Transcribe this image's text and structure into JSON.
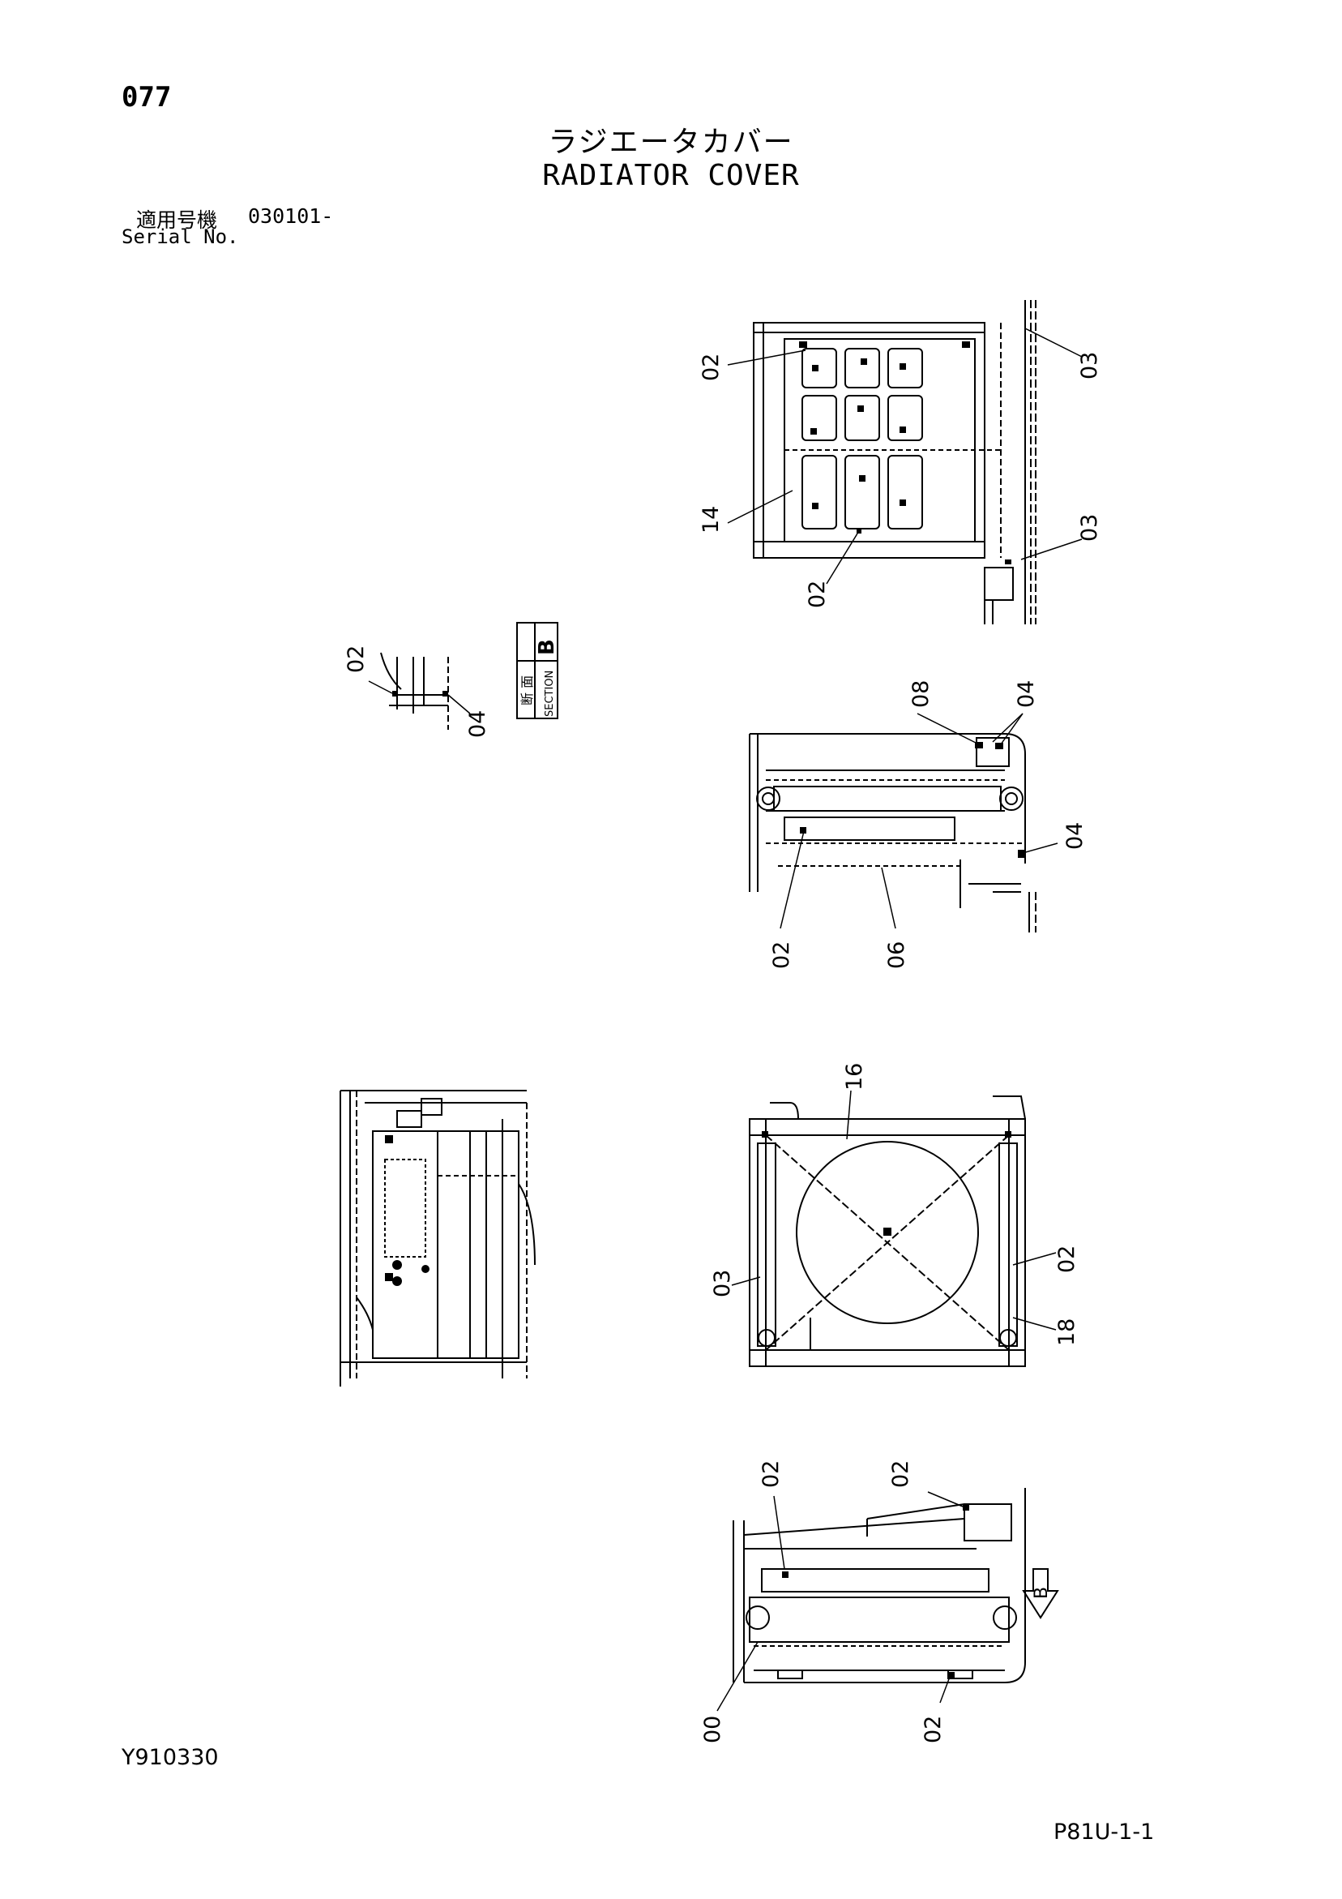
{
  "header": {
    "page_number": "077",
    "title_jp": "ラジエータカバー",
    "title_en": "RADIATOR COVER",
    "serial_label_jp": "適用号機",
    "serial_label_en": "Serial No.",
    "serial_value": "030101-"
  },
  "footer": {
    "document_id": "Y910330",
    "page_ref": "P81U-1-1"
  },
  "section_tag": {
    "letter": "B",
    "label_jp": "断 面",
    "label_en": "SECTION"
  },
  "callouts": {
    "view1": [
      "02",
      "14",
      "02",
      "03",
      "03"
    ],
    "view2": [
      "08",
      "04",
      "04",
      "02",
      "06"
    ],
    "view3": [
      "16",
      "03",
      "02",
      "18"
    ],
    "view4": [
      "02",
      "02",
      "00",
      "02"
    ],
    "detail": [
      "02",
      "04"
    ],
    "view_arrow": "B"
  }
}
